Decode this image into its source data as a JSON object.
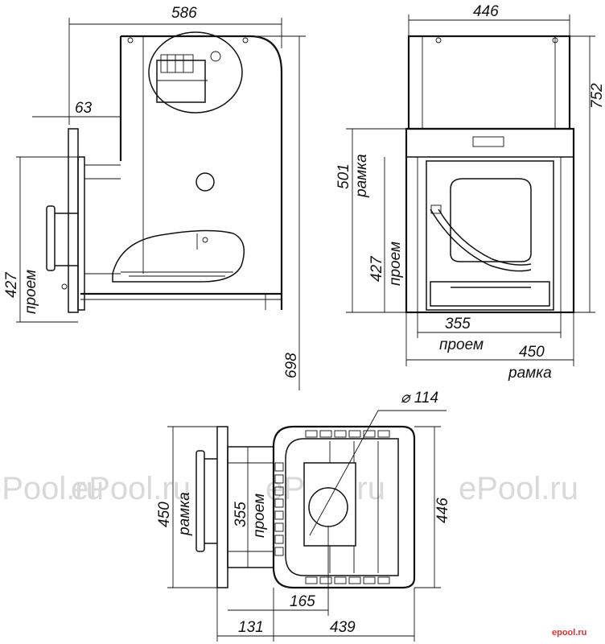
{
  "watermarks": [
    "ePool.ru",
    "ePool.ru",
    "ePool.ru",
    "ePool.ru"
  ],
  "logo_text": "epool.ru",
  "side_view": {
    "width_total": "586",
    "door_offset": "63",
    "opening_height": "427",
    "opening_label": "проем",
    "overall_height": "698"
  },
  "front_view": {
    "width_top": "446",
    "total_height": "752",
    "frame_height": "501",
    "frame_label": "рамка",
    "opening_height": "427",
    "opening_label": "проем",
    "opening_width": "355",
    "opening_width_label": "проем",
    "frame_width": "450",
    "frame_width_label": "рамка"
  },
  "top_view": {
    "pipe_diameter": "⌀ 114",
    "frame_width": "450",
    "frame_label": "рамка",
    "opening_width": "355",
    "opening_label": "проем",
    "body_width": "446",
    "pipe_offset": "165",
    "door_depth": "131",
    "body_depth": "439"
  }
}
